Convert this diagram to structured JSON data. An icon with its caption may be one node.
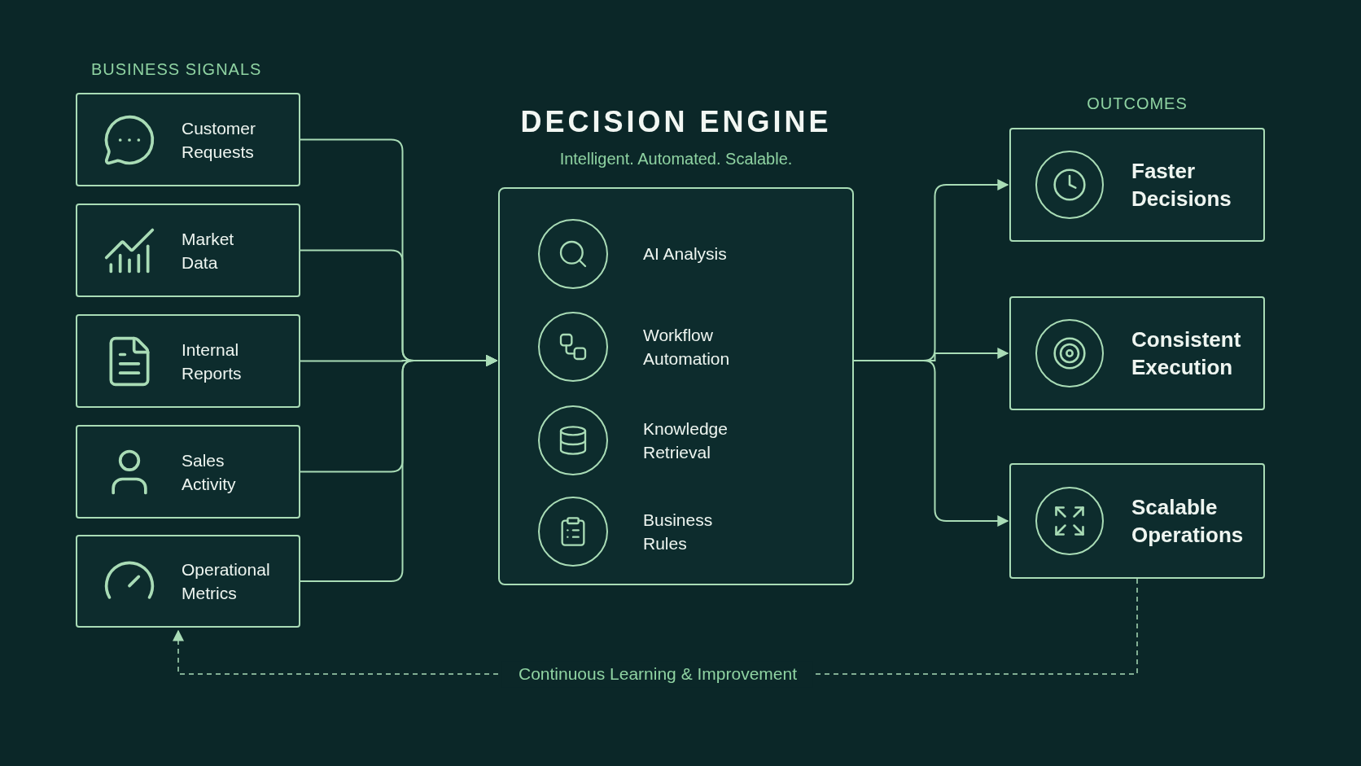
{
  "diagram": {
    "title": "DECISION ENGINE",
    "nodes": [
      {
        "text": [
          "Customer Requests"
        ]
      },
      {
        "text": [
          "Market Data"
        ]
      },
      {
        "text": [
          "Internal Reports"
        ]
      },
      {
        "text": [
          "Sales Activity"
        ]
      },
      {
        "text": [
          "Operational Metrics"
        ]
      },
      {
        "text": [],
        "shape": "box"
      },
      {
        "text": [
          "AI Analysis"
        ],
        "in": 5
      },
      {
        "text": [
          "Workflow Automation"
        ],
        "in": 5
      },
      {
        "text": [
          "Knowledge Retrieval"
        ],
        "in": 5
      },
      {
        "text": [
          "Business Rules"
        ],
        "in": 5
      },
      {
        "text": [
          "Faster Decisions"
        ]
      },
      {
        "text": [
          "Consistent Execution"
        ]
      },
      {
        "text": [
          "Scalable Operations"
        ]
      }
    ],
    "edges": [
      {
        "from": 0,
        "to": 5,
        "arrow": "to"
      },
      {
        "from": 1,
        "to": 5,
        "arrow": "to"
      },
      {
        "from": 2,
        "to": 5,
        "arrow": "to"
      },
      {
        "from": 3,
        "to": 5,
        "arrow": "to"
      },
      {
        "from": 4,
        "to": 5,
        "arrow": "to"
      },
      {
        "from": 5,
        "to": 10,
        "arrow": "to"
      },
      {
        "from": 5,
        "to": 11,
        "arrow": "to"
      },
      {
        "from": 5,
        "to": 12,
        "arrow": "to"
      },
      {
        "from": 12,
        "to": 4,
        "arrow": "to",
        "label": "Continuous Learning & Improvement",
        "style": "dashed"
      }
    ],
    "labels": [
      "BUSINESS SIGNALS",
      "Intelligent. Automated. Scalable.",
      "OUTCOMES"
    ]
  }
}
